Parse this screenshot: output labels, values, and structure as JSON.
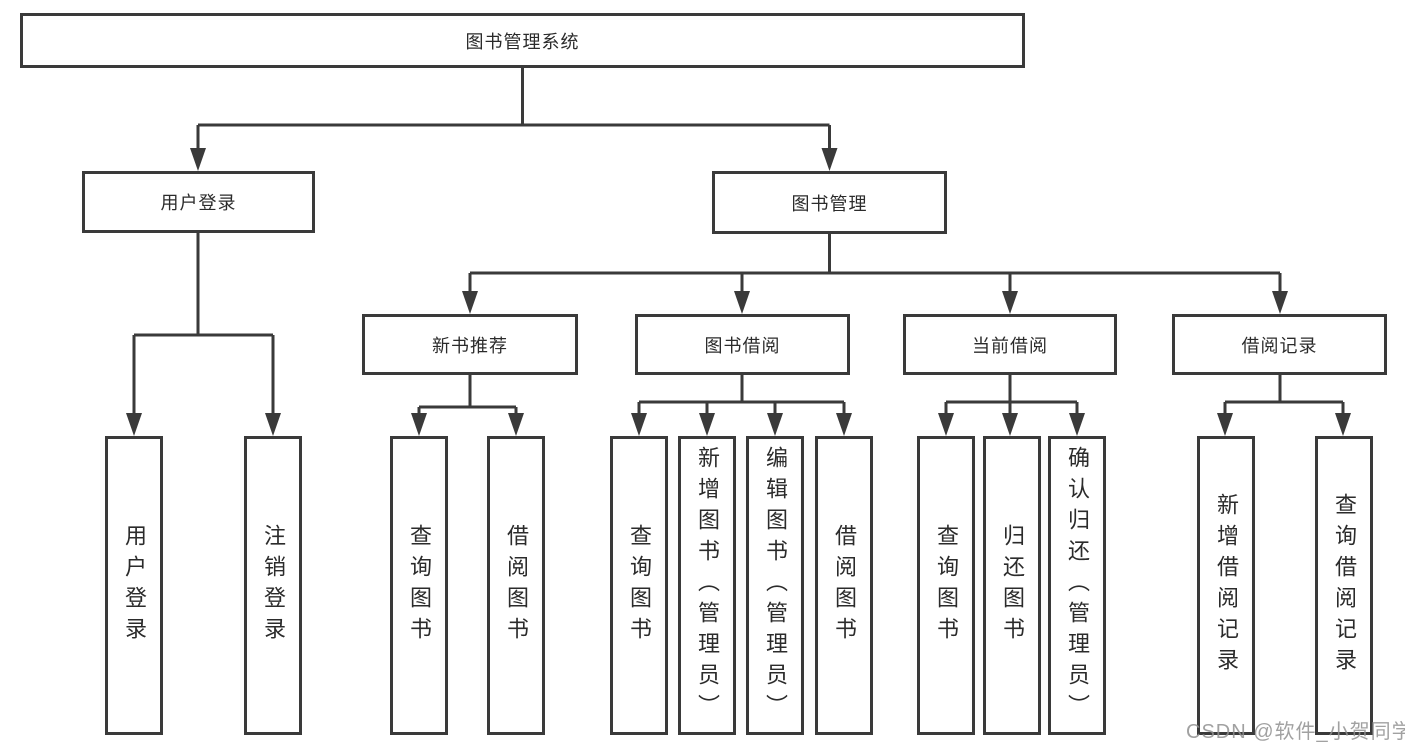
{
  "diagram": {
    "root": {
      "label": "图书管理系统"
    },
    "branches": [
      {
        "label": "用户登录",
        "children": [
          {
            "label": "用户登录"
          },
          {
            "label": "注销登录"
          }
        ]
      },
      {
        "label": "图书管理",
        "children": [
          {
            "label": "新书推荐",
            "children": [
              {
                "label": "查询图书"
              },
              {
                "label": "借阅图书"
              }
            ]
          },
          {
            "label": "图书借阅",
            "children": [
              {
                "label": "查询图书"
              },
              {
                "label": "新增图书（管理员）"
              },
              {
                "label": "编辑图书（管理员）"
              },
              {
                "label": "借阅图书"
              }
            ]
          },
          {
            "label": "当前借阅",
            "children": [
              {
                "label": "查询图书"
              },
              {
                "label": "归还图书"
              },
              {
                "label": "确认归还（管理员）"
              }
            ]
          },
          {
            "label": "借阅记录",
            "children": [
              {
                "label": "新增借阅记录"
              },
              {
                "label": "查询借阅记录"
              }
            ]
          }
        ]
      }
    ]
  },
  "watermark": {
    "text": "CSDN @软件_小贺同学"
  },
  "colors": {
    "line": "#3a3a3a",
    "box_border": "#3a3a3a",
    "box_bg": "#ffffff",
    "text": "#2b2b2b",
    "watermark": "#919191",
    "page_bg": "#ffffff"
  }
}
